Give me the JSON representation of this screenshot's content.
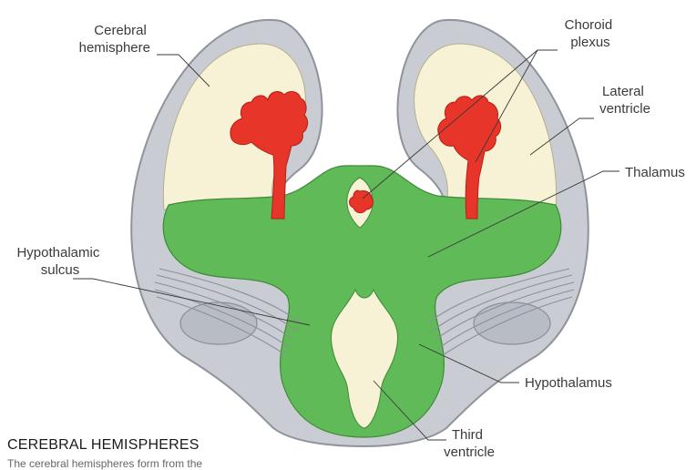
{
  "labels": {
    "cerebral_hemisphere": [
      "Cerebral",
      "hemisphere"
    ],
    "choroid_plexus": [
      "Choroid",
      "plexus"
    ],
    "lateral_ventricle": [
      "Lateral",
      "ventricle"
    ],
    "thalamus": [
      "Thalamus"
    ],
    "hypothalamic_sulcus": [
      "Hypothalamic",
      "sulcus"
    ],
    "hypothalamus": [
      "Hypothalamus"
    ],
    "third_ventricle": [
      "Third",
      "ventricle"
    ]
  },
  "caption": {
    "title": "CEREBRAL HEMISPHERES",
    "subtitle": "The cerebral hemispheres form from the"
  },
  "colors": {
    "outer_wall": "#c9ccd3",
    "outer_wall_edge": "#8f939c",
    "ventricle": "#f7f1d6",
    "diencephalon": "#5fba57",
    "choroid": "#e8352a",
    "ganglion": "#b8bcc4"
  }
}
